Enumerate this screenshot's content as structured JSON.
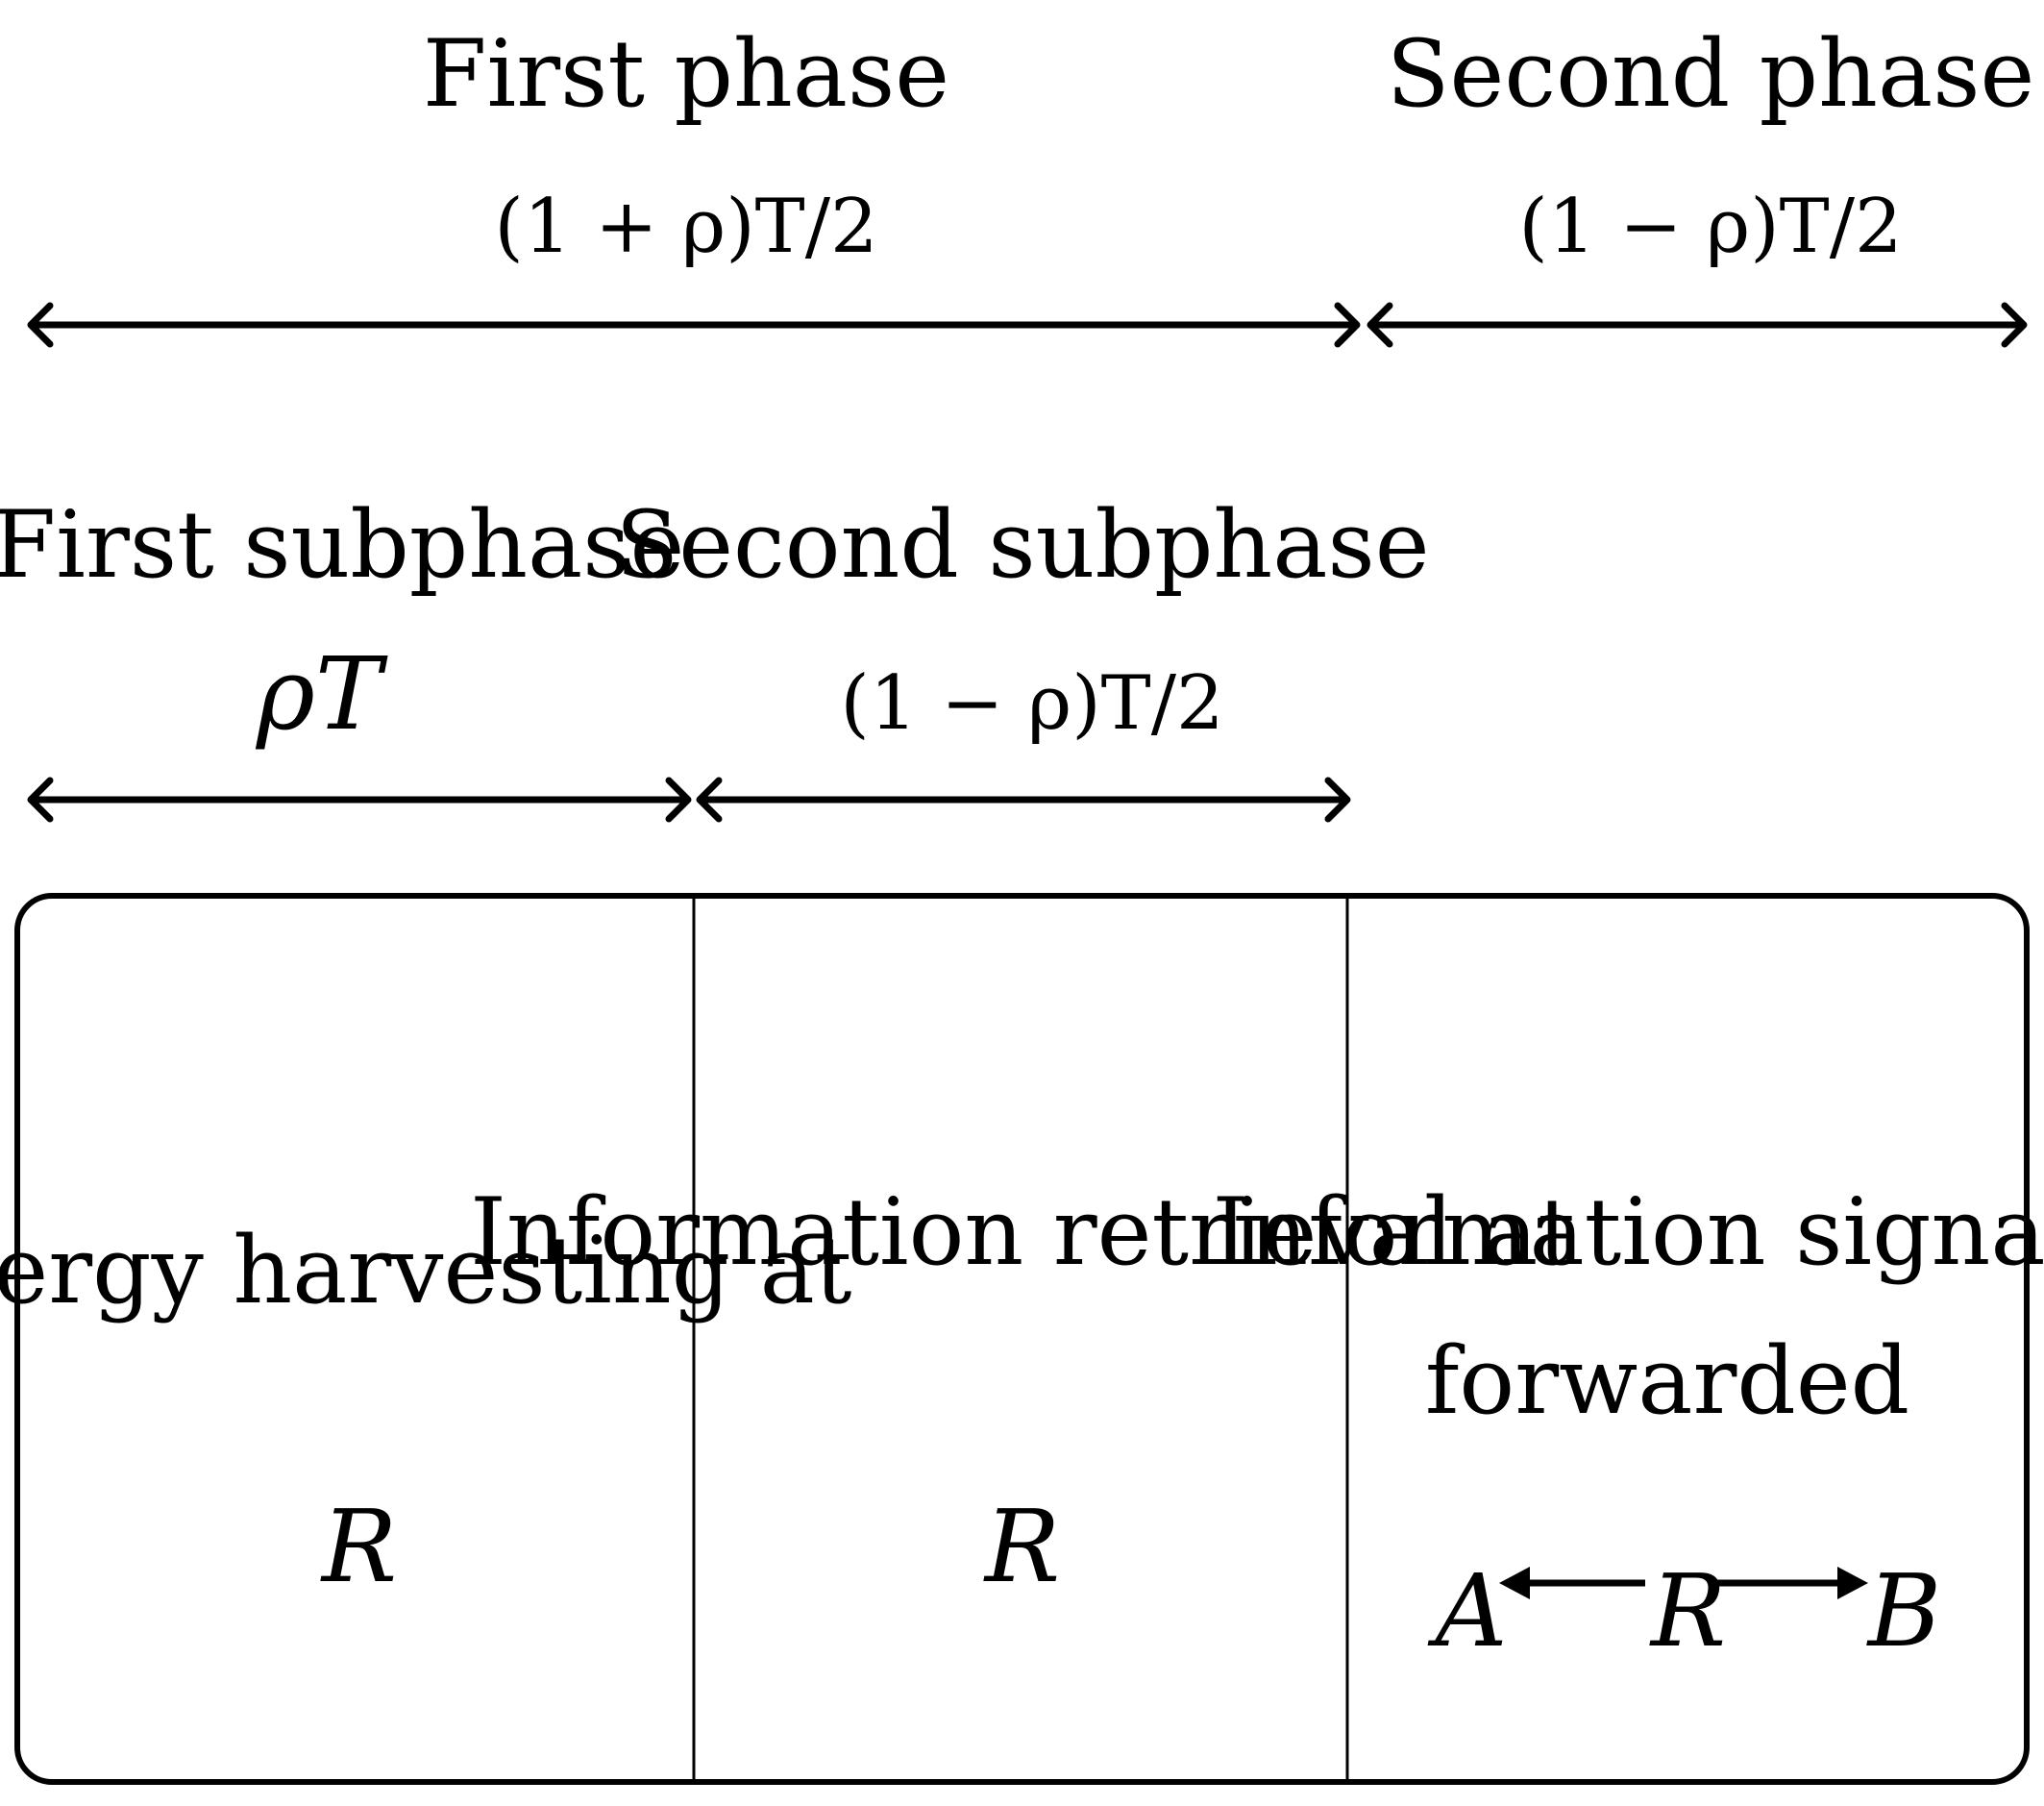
{
  "phases": {
    "first_phase": {
      "title": "First phase",
      "duration": "(1 + ρ)T/2"
    },
    "second_phase": {
      "title": "Second phase",
      "duration": "(1 − ρ)T/2"
    }
  },
  "subphases": {
    "first_subphase": {
      "title": "First subphase",
      "duration": "ρT"
    },
    "second_subphase": {
      "title": "Second subphase",
      "duration": "(1 − ρ)T/2"
    }
  },
  "blocks": {
    "energy_harvesting": {
      "line1": "Energy harvesting at",
      "node": "R"
    },
    "information_retrieval": {
      "line1": "Information retrieval at",
      "node": "R"
    },
    "information_forwarding": {
      "line1": "Information signals",
      "line2": "forwarded",
      "left_node": "A",
      "center_node": "R",
      "right_node": "B"
    }
  }
}
